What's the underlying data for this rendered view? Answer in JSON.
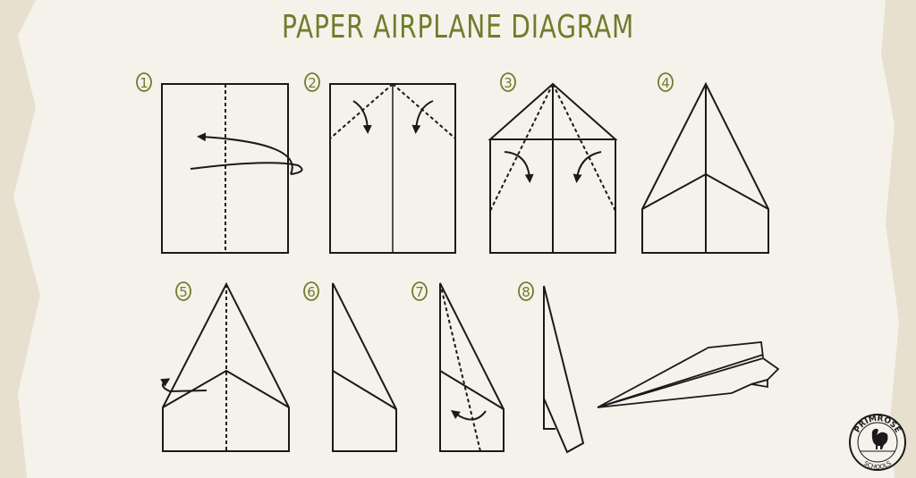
{
  "title": "PAPER AIRPLANE DIAGRAM",
  "colors": {
    "accent": "#6e7d2b",
    "line": "#1a1a1a",
    "paper": "#f5f2eb",
    "border": "#e7e0cf"
  },
  "steps": [
    {
      "number": "1"
    },
    {
      "number": "2"
    },
    {
      "number": "3"
    },
    {
      "number": "4"
    },
    {
      "number": "5"
    },
    {
      "number": "6"
    },
    {
      "number": "7"
    },
    {
      "number": "8"
    }
  ],
  "logo": {
    "top_text": "PRIMROSE",
    "bottom_text": "SCHOOLS",
    "icon": "rooster-icon"
  }
}
